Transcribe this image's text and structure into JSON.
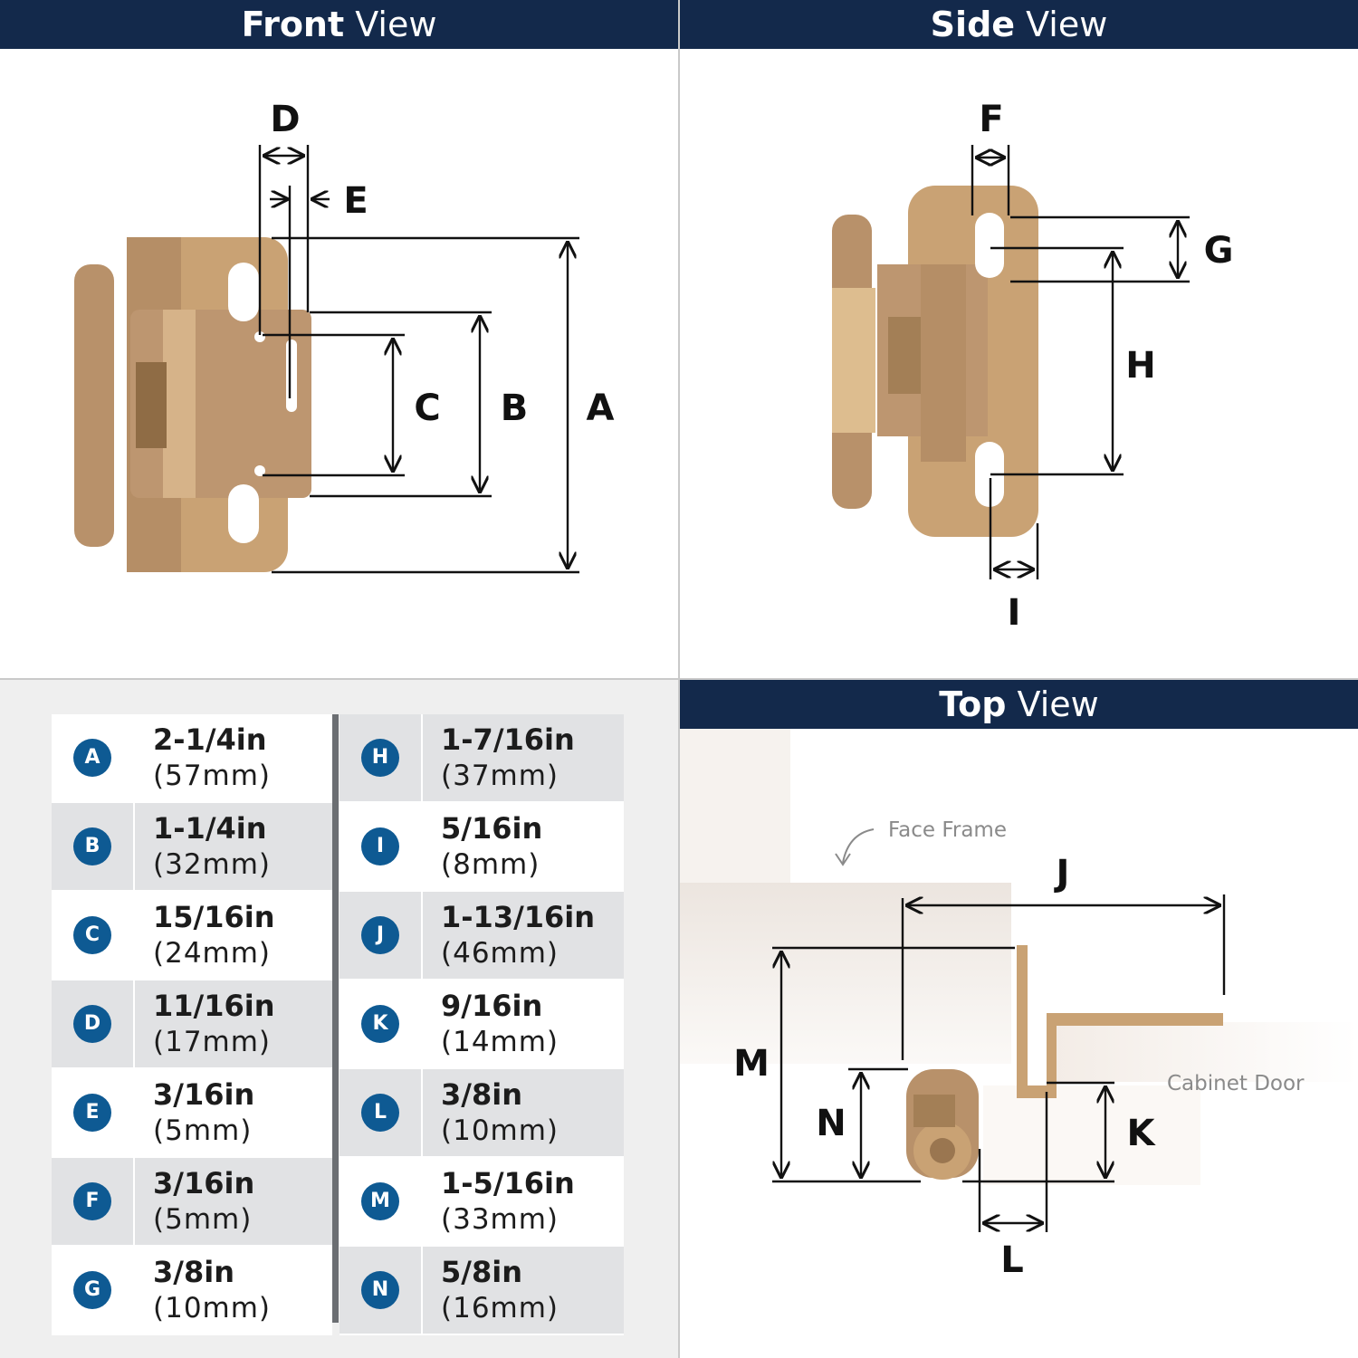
{
  "panels": {
    "front": {
      "title_bold": "Front",
      "title_rest": "View"
    },
    "side": {
      "title_bold": "Side",
      "title_rest": "View"
    },
    "top": {
      "title_bold": "Top",
      "title_rest": "View"
    }
  },
  "front_labels": {
    "A": "A",
    "B": "B",
    "C": "C",
    "D": "D",
    "E": "E"
  },
  "side_labels": {
    "F": "F",
    "G": "G",
    "H": "H",
    "I": "I"
  },
  "top_labels": {
    "J": "J",
    "K": "K",
    "L": "L",
    "M": "M",
    "N": "N",
    "face_frame": "Face Frame",
    "cabinet_door": "Cabinet Door"
  },
  "specs_left": [
    {
      "key": "A",
      "in": "2-1/4in",
      "mm": "(57mm)"
    },
    {
      "key": "B",
      "in": "1-1/4in",
      "mm": "(32mm)"
    },
    {
      "key": "C",
      "in": "15/16in",
      "mm": "(24mm)"
    },
    {
      "key": "D",
      "in": "11/16in",
      "mm": "(17mm)"
    },
    {
      "key": "E",
      "in": "3/16in",
      "mm": "(5mm)"
    },
    {
      "key": "F",
      "in": "3/16in",
      "mm": "(5mm)"
    },
    {
      "key": "G",
      "in": "3/8in",
      "mm": "(10mm)"
    }
  ],
  "specs_right": [
    {
      "key": "H",
      "in": "1-7/16in",
      "mm": "(37mm)"
    },
    {
      "key": "I",
      "in": "5/16in",
      "mm": "(8mm)"
    },
    {
      "key": "J",
      "in": "1-13/16in",
      "mm": "(46mm)"
    },
    {
      "key": "K",
      "in": "9/16in",
      "mm": "(14mm)"
    },
    {
      "key": "L",
      "in": "3/8in",
      "mm": "(10mm)"
    },
    {
      "key": "M",
      "in": "1-5/16in",
      "mm": "(33mm)"
    },
    {
      "key": "N",
      "in": "5/8in",
      "mm": "(16mm)"
    }
  ],
  "colors": {
    "header": "#13294b",
    "badge": "#0e5a93",
    "brass": "#c9a274",
    "brass_dark": "#a8835a"
  }
}
